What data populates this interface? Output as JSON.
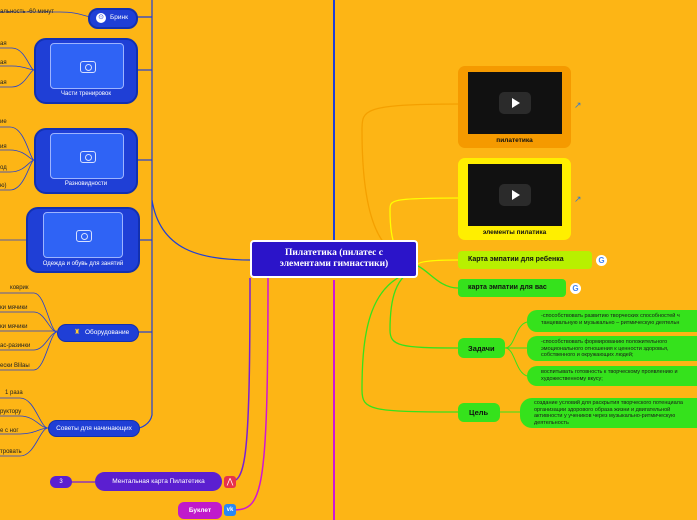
{
  "central": {
    "title": "Пилатетика (пилатес с элементами гимнастики)"
  },
  "left": {
    "top_leaf": "альность -60 минут",
    "brink": "Бринк",
    "groups": [
      {
        "caption": "Части тренировок",
        "leaves": [
          "ая",
          "ая",
          "ая"
        ]
      },
      {
        "caption": "Разновидности",
        "leaves": [
          "ие",
          "ия",
          "од",
          "ю)"
        ]
      },
      {
        "caption": "Одежда и обувь для занятий",
        "leaves": []
      }
    ],
    "equipment": {
      "label": "Оборудование",
      "leaves": [
        "коврик",
        "ки мячики",
        "ки мячики",
        "ас-разинки",
        "ески Blilaы"
      ]
    },
    "tips": {
      "label": "Советы для начинающих",
      "leaves": [
        "1 раза",
        "руктору",
        "е с ног",
        "тровать"
      ]
    },
    "mindmap": {
      "label": "Ментальная карта Пилатетика",
      "badge": "3"
    },
    "booklet": {
      "label": "Буклет"
    }
  },
  "right": {
    "video1": {
      "caption": "пилатетика"
    },
    "video2": {
      "caption": "элементы пилатика"
    },
    "empathy_child": "Карта эмпатии для ребенка",
    "empathy_you": "карта эмпатии для вас",
    "tasks": {
      "label": "Задачи",
      "items": [
        "-способствовать развитию творческих способностей ч танцевальную и музыкально – ритмическую деятельн",
        "-способствовать формированию положительного эмоционального отношения к ценности здоровья, собственного и окружающих людей;",
        "воспитывать готовность к творческому проявлению и художественному вкусу;"
      ]
    },
    "goal": {
      "label": "Цель",
      "text": "создание условий для раскрытия творческого потенциала организации здорового образа жизни и двигательной активности у учеников через музыкально-ритмическую деятельность"
    }
  },
  "colors": {
    "background": "#fdb515",
    "central": "#2b14c9",
    "blue": "#1f3fd6",
    "green": "#35e21c",
    "purple": "#7a1fd6",
    "magenta": "#d016d4"
  }
}
